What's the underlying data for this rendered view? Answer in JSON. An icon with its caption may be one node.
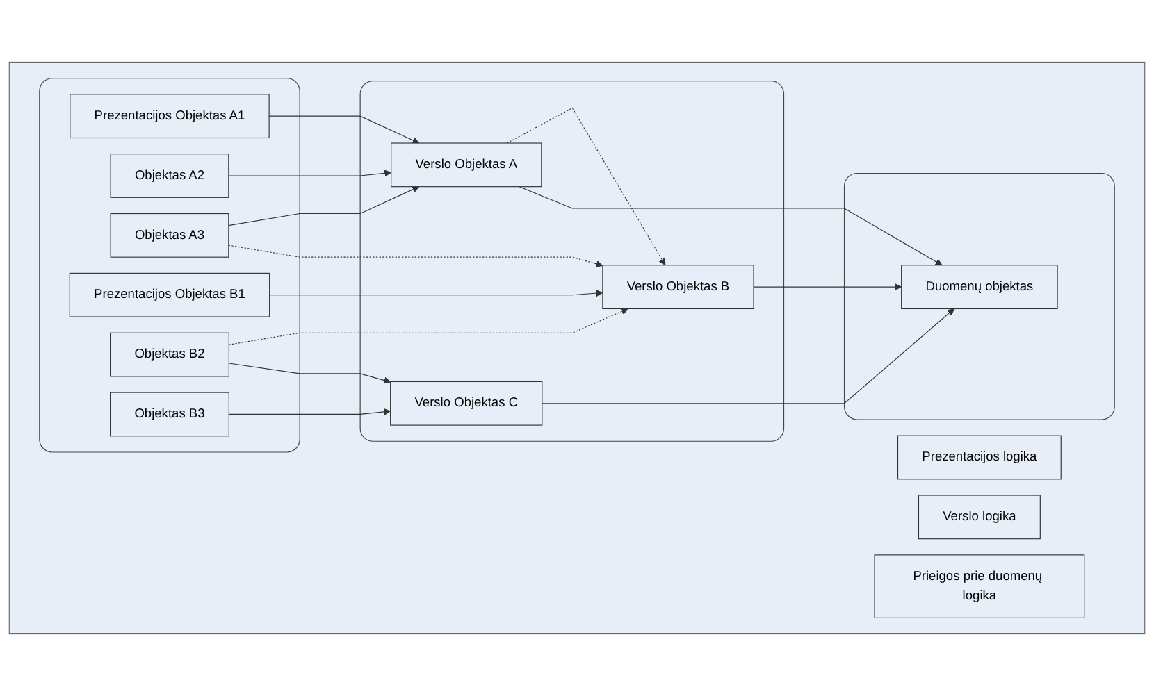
{
  "diagram": {
    "nodes": [
      {
        "text": [],
        "shape": "box"
      },
      {
        "text": [
          "Prezentacijos logika"
        ],
        "in": 0
      },
      {
        "text": [
          "Verslo logika"
        ],
        "in": 0
      },
      {
        "text": [
          "Prieigos prie duomenų logika"
        ],
        "in": 0
      },
      {
        "text": [],
        "shape": "box",
        "in": 0
      },
      {
        "text": [
          "Prezentacijos Objektas A1"
        ],
        "in": 4
      },
      {
        "text": [
          "Objektas A2"
        ],
        "in": 4
      },
      {
        "text": [
          "Objektas A3"
        ],
        "in": 4
      },
      {
        "text": [
          "Prezentacijos Objektas B1"
        ],
        "in": 4
      },
      {
        "text": [
          "Objektas B2"
        ],
        "in": 4
      },
      {
        "text": [
          "Objektas B3"
        ],
        "in": 4
      },
      {
        "text": [],
        "shape": "box",
        "in": 0
      },
      {
        "text": [
          "Verslo Objektas A"
        ],
        "in": 11
      },
      {
        "text": [
          "Verslo Objektas B"
        ],
        "in": 11
      },
      {
        "text": [
          "Verslo Objektas C"
        ],
        "in": 11
      },
      {
        "text": [],
        "shape": "box",
        "in": 0
      },
      {
        "text": [
          "Duomenų objektas"
        ],
        "in": 15
      }
    ],
    "edges": [
      {
        "from": 5,
        "to": 12,
        "arrow": "to"
      },
      {
        "from": 6,
        "to": 12,
        "arrow": "to"
      },
      {
        "from": 7,
        "to": 12,
        "arrow": "to"
      },
      {
        "from": 7,
        "to": 13,
        "arrow": "to",
        "style": "dashed"
      },
      {
        "from": 8,
        "to": 13,
        "arrow": "to"
      },
      {
        "from": 9,
        "to": 13,
        "arrow": "to",
        "style": "dashed"
      },
      {
        "from": 9,
        "to": 14,
        "arrow": "to"
      },
      {
        "from": 10,
        "to": 14,
        "arrow": "to"
      },
      {
        "from": 12,
        "to": 13,
        "arrow": "to",
        "style": "dashed"
      },
      {
        "from": 12,
        "to": 16,
        "arrow": "to"
      },
      {
        "from": 13,
        "to": 16,
        "arrow": "to"
      },
      {
        "from": 14,
        "to": 16,
        "arrow": "to"
      }
    ]
  }
}
